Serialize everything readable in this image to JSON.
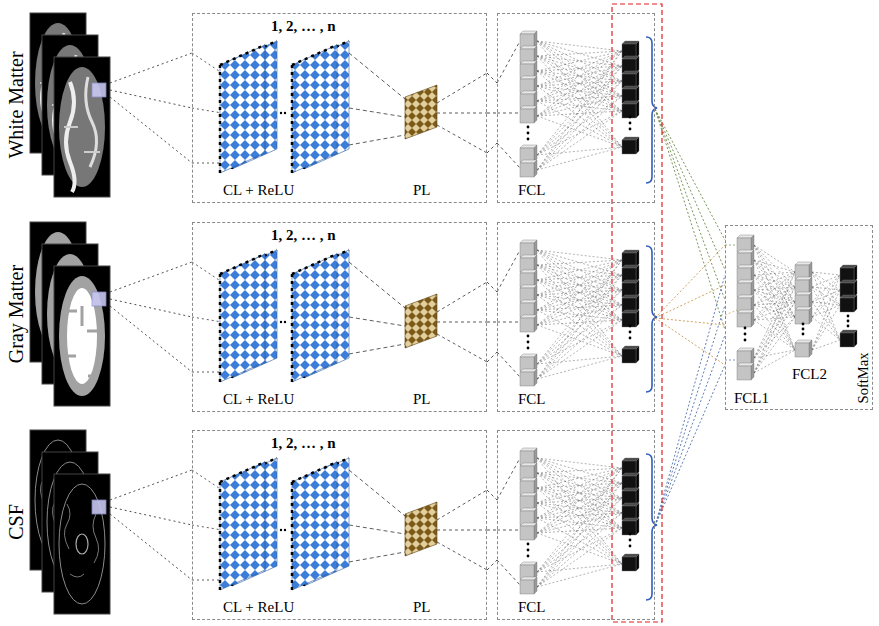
{
  "diagram": {
    "nodes": [
      {
        "text": [
          "White Matter"
        ]
      },
      {
        "text": [
          "1, 2, … , n",
          "CL + ReLU",
          "PL"
        ]
      },
      {
        "text": [
          "FCL"
        ]
      },
      {
        "text": [
          "Gray Matter"
        ]
      },
      {
        "text": [
          "1, 2, … , n",
          "CL + ReLU",
          "PL"
        ]
      },
      {
        "text": [
          "FCL"
        ]
      },
      {
        "text": [
          "CSF"
        ]
      },
      {
        "text": [
          "1, 2, … , n",
          "CL + ReLU",
          "PL"
        ]
      },
      {
        "text": [
          "FCL"
        ]
      },
      {
        "text": [
          "FCL1",
          "FCL2",
          "SoftMax"
        ]
      }
    ],
    "edges": [
      {
        "from": 0,
        "to": 1,
        "arrow": "none"
      },
      {
        "from": 1,
        "to": 2,
        "arrow": "none"
      },
      {
        "from": 2,
        "to": 9,
        "arrow": "none"
      },
      {
        "from": 3,
        "to": 4,
        "arrow": "none"
      },
      {
        "from": 4,
        "to": 5,
        "arrow": "none"
      },
      {
        "from": 5,
        "to": 9,
        "arrow": "none"
      },
      {
        "from": 6,
        "to": 7,
        "arrow": "none"
      },
      {
        "from": 7,
        "to": 8,
        "arrow": "none"
      },
      {
        "from": 8,
        "to": 9,
        "arrow": "none"
      }
    ]
  }
}
